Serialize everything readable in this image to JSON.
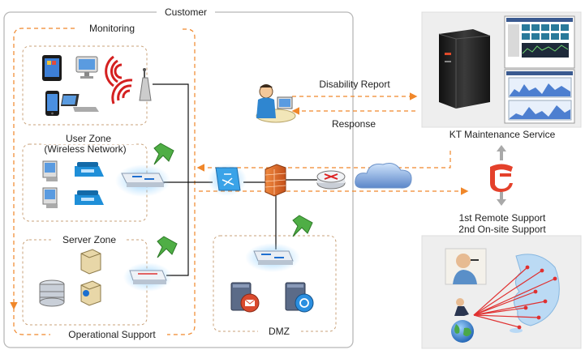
{
  "customer": {
    "title": "Customer",
    "monitoring_label": "Monitoring",
    "operational_support_label": "Operational Support",
    "user_zone": {
      "title_line1": "User Zone",
      "title_line2": "(Wireless Network)"
    },
    "server_zone": {
      "title": "Server Zone"
    },
    "dmz": {
      "title": "DMZ"
    }
  },
  "flows": {
    "disability_report": "Disability Report",
    "response": "Response"
  },
  "kt": {
    "maintenance_label": "KT Maintenance Service",
    "support_line1": "1st Remote Support",
    "support_line2": "2nd On-site Support"
  },
  "colors": {
    "flow_arrow": "#f0872a",
    "zone_border": "#c9a27a",
    "outer_border": "#b8b8b8",
    "kt_red": "#e4412b"
  },
  "icons": [
    "tablet-icon",
    "monitor-icon",
    "smartphone-icon",
    "laptop-icon",
    "wifi-signal-icon",
    "access-point-icon",
    "pc-icon",
    "ip-phone-icon",
    "switch-icon",
    "pushpin-icon",
    "server-icon",
    "database-icon",
    "firewall-icon",
    "router-icon",
    "cloud-icon",
    "mail-server-icon",
    "web-server-icon",
    "operator-icon",
    "mainframe-icon",
    "monitoring-screen-icon",
    "kt-logo-icon",
    "support-person-icon",
    "korea-map-icon",
    "globe-icon"
  ]
}
